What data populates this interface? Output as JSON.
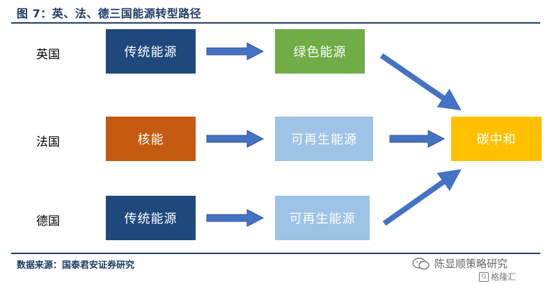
{
  "figure_title": "图 7：英、法、德三国能源转型路径",
  "rows": [
    {
      "label": "英国",
      "step1": "传统能源",
      "step2": "绿色能源"
    },
    {
      "label": "法国",
      "step1": "核能",
      "step2": "可再生能源"
    },
    {
      "label": "德国",
      "step1": "传统能源",
      "step2": "可再生能源"
    }
  ],
  "target": "碳中和",
  "source": "数据来源：国泰君安证券研究",
  "watermark": {
    "main": "陈显顺策略研究",
    "sub": "格隆汇",
    "icon": "wechat-icon",
    "sub_icon": "g-logo-icon"
  },
  "colors": {
    "dark_blue": "#1f497d",
    "green": "#70ad47",
    "orange": "#c55a11",
    "light_blue": "#9dc3e6",
    "gold": "#ffc000",
    "arrow": "#4472c4"
  }
}
